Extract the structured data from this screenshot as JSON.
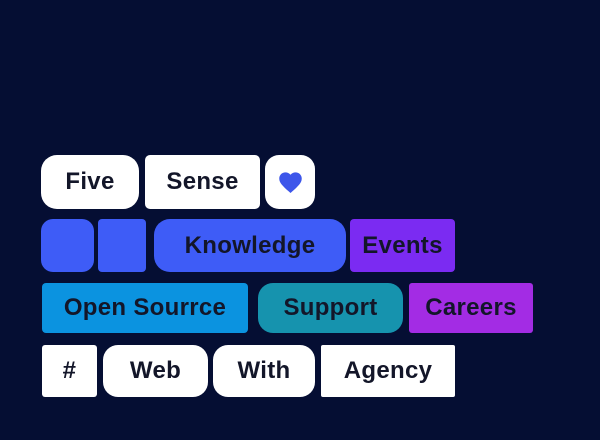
{
  "background_color": "#050e33",
  "text_color": "#131629",
  "palette": {
    "white": "#ffffff",
    "blue": "#3e5cf7",
    "violet": "#7b2bf2",
    "azure": "#0b93e0",
    "teal": "#1693ae",
    "magenta": "#a32ce4",
    "heart_blue": "#3d56ea"
  },
  "tags": {
    "five": "Five",
    "sense": "Sense",
    "heart_icon": "heart-icon",
    "knowledge": "Knowledge",
    "events": "Events",
    "open_source": "Open Sourrce",
    "support": "Support",
    "careers": "Careers",
    "hash": "#",
    "web": "Web",
    "with": "With",
    "agency": "Agency"
  }
}
